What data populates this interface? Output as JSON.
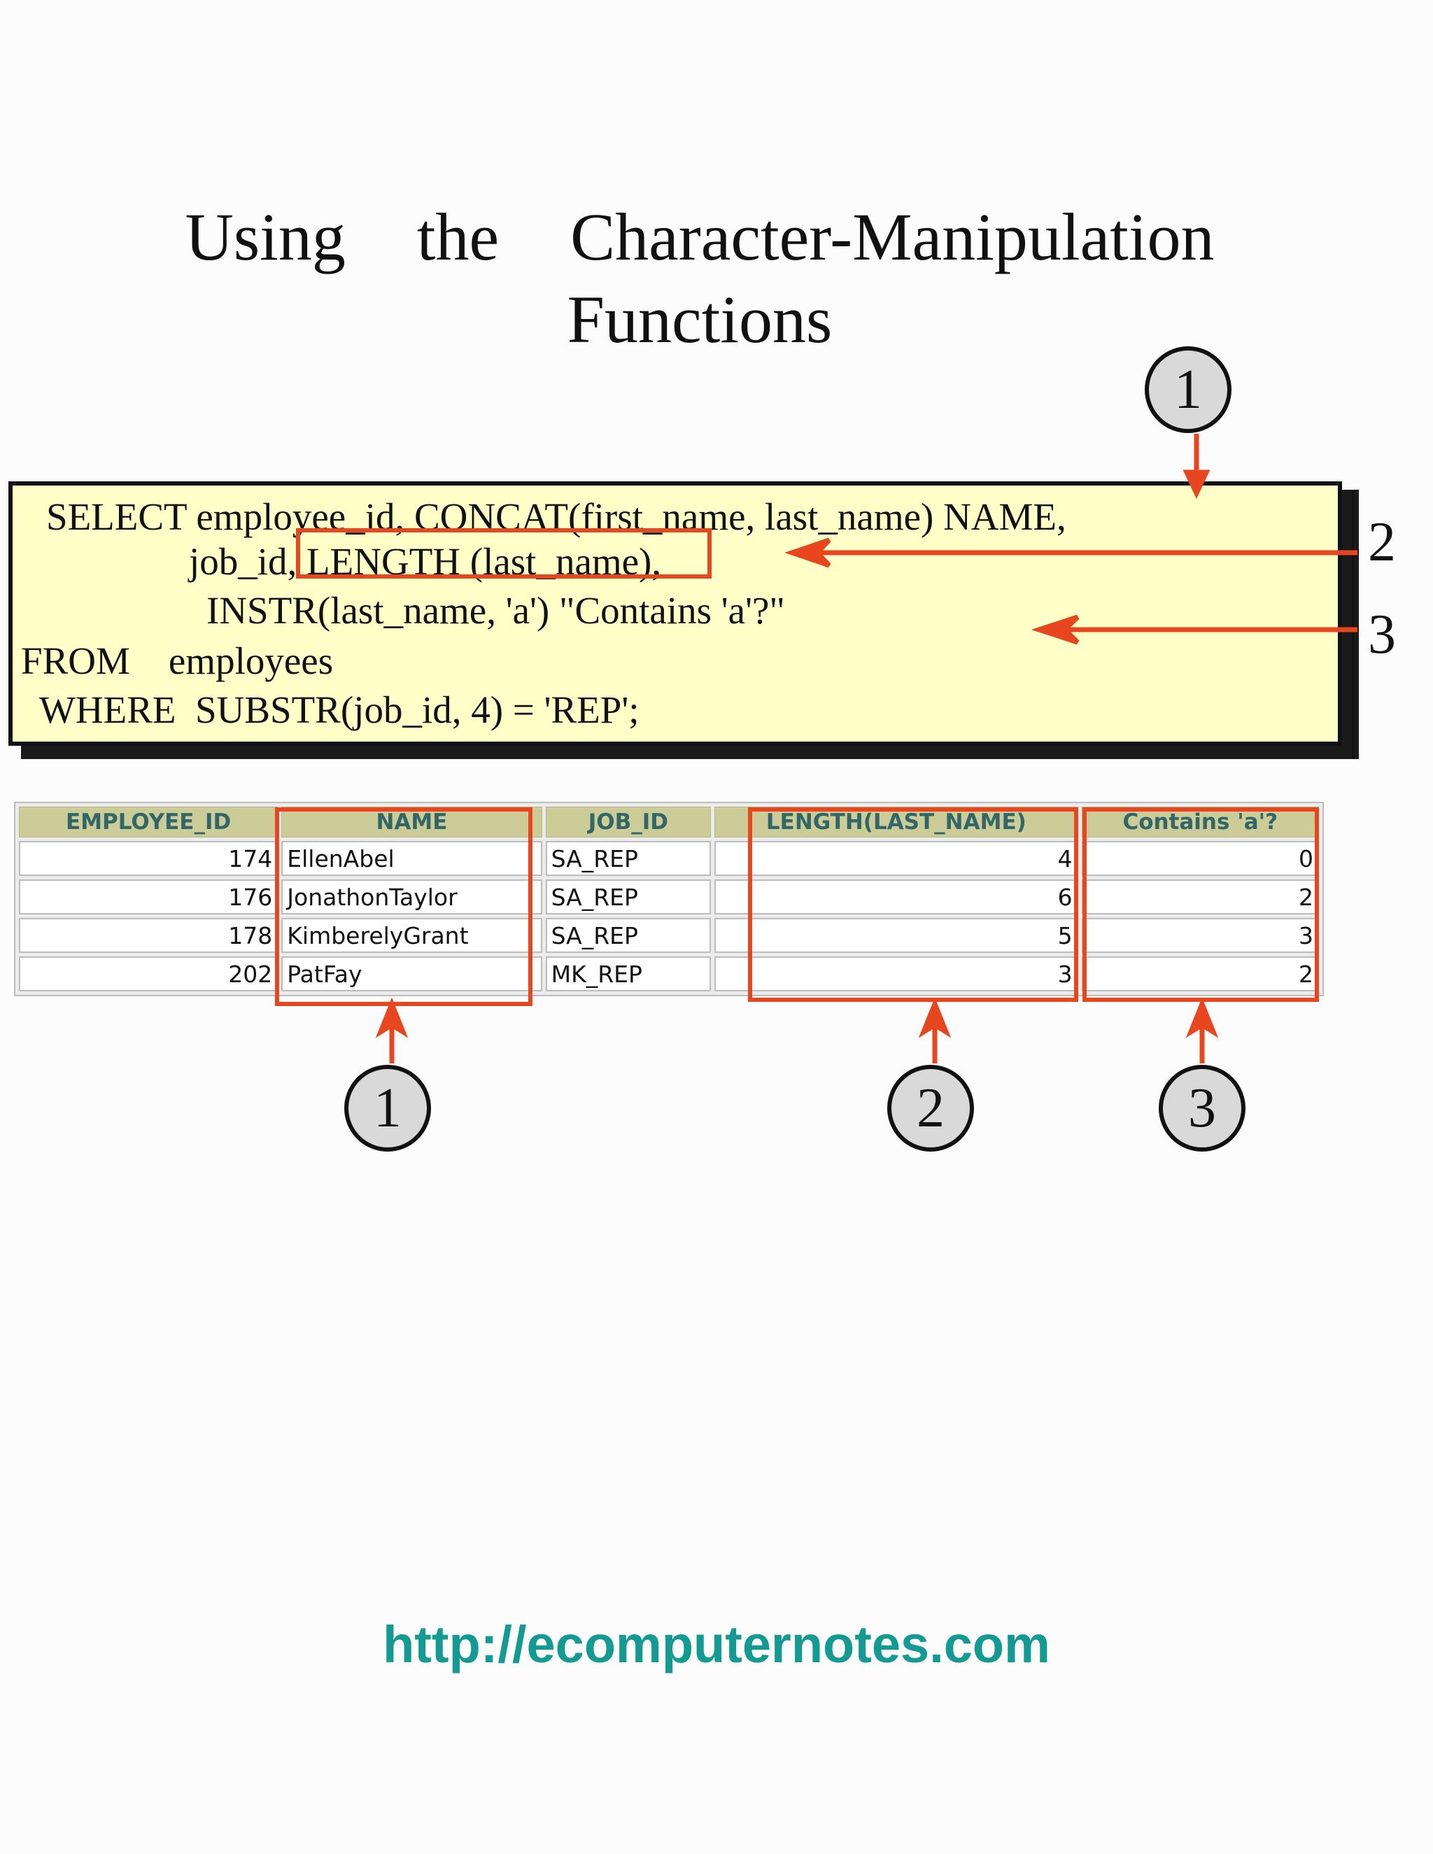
{
  "title": {
    "line1": "Using the Character-Manipulation",
    "line2": "Functions"
  },
  "sql": {
    "line1": "SELECT employee_id, CONCAT(first_name, last_name) NAME,",
    "line2": "job_id, LENGTH (last_name),",
    "line3": "INSTR(last_name, 'a') \"Contains 'a'?\"",
    "line4": "FROM    employees",
    "line5": "WHERE  SUBSTR(job_id, 4) = 'REP';"
  },
  "table": {
    "headers": [
      "EMPLOYEE_ID",
      "NAME",
      "JOB_ID",
      "LENGTH(LAST_NAME)",
      "Contains 'a'?"
    ],
    "rows": [
      [
        "174",
        "EllenAbel",
        "SA_REP",
        "4",
        "0"
      ],
      [
        "176",
        "JonathonTaylor",
        "SA_REP",
        "6",
        "2"
      ],
      [
        "178",
        "KimberelyGrant",
        "SA_REP",
        "5",
        "3"
      ],
      [
        "202",
        "PatFay",
        "MK_REP",
        "3",
        "2"
      ]
    ]
  },
  "callouts": {
    "top": "1",
    "side_2": "2",
    "side_3": "3",
    "bottom_1": "1",
    "bottom_2": "2",
    "bottom_3": "3"
  },
  "footer": {
    "url": "http://ecomputernotes.com"
  },
  "colors": {
    "highlight": "#e8461e",
    "code_background": "#ffffc8",
    "header_background": "#cccc99",
    "header_text": "#336666",
    "url_text": "#139a92"
  }
}
